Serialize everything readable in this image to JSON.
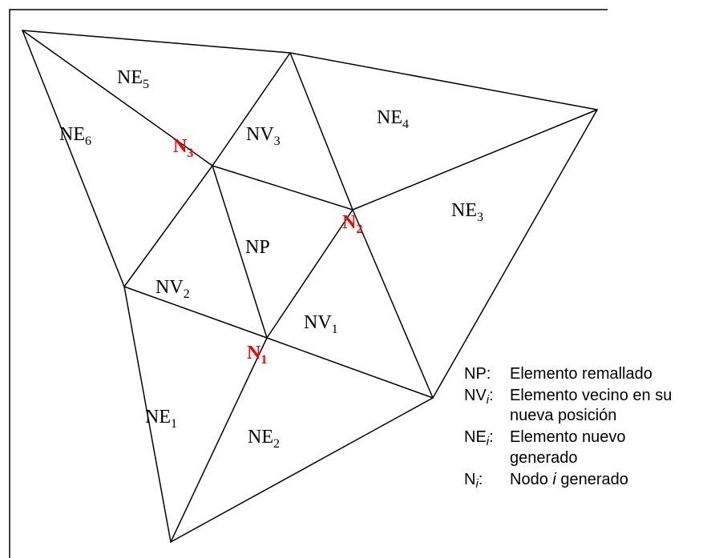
{
  "colors": {
    "node_label": "#ff0000",
    "text": "#000000",
    "lines": "#000000"
  },
  "elements": [
    {
      "name": "NE",
      "sub": "5"
    },
    {
      "name": "NE",
      "sub": "6"
    },
    {
      "name": "NE",
      "sub": "4"
    },
    {
      "name": "NV",
      "sub": "3"
    },
    {
      "name": "NE",
      "sub": "3"
    },
    {
      "name": "NP",
      "sub": ""
    },
    {
      "name": "NV",
      "sub": "2"
    },
    {
      "name": "NV",
      "sub": "1"
    },
    {
      "name": "NE",
      "sub": "1"
    },
    {
      "name": "NE",
      "sub": "2"
    }
  ],
  "nodes": [
    {
      "name": "N",
      "sub": "3"
    },
    {
      "name": "N",
      "sub": "2"
    },
    {
      "name": "N",
      "sub": "1"
    }
  ],
  "legend": [
    {
      "key": "NP",
      "key_sub": "",
      "sep": ":",
      "lines": [
        "Elemento remallado"
      ]
    },
    {
      "key": "NV",
      "key_sub": "i",
      "sep": ":",
      "lines": [
        "Elemento vecino en su",
        "nueva posición"
      ]
    },
    {
      "key": "NE",
      "key_sub": "i",
      "sep": ":",
      "lines": [
        "Elemento nuevo",
        "generado"
      ]
    },
    {
      "key": "N",
      "key_sub": "i",
      "sep": ":",
      "lines": [
        "Nodo ",
        "i",
        " generado"
      ]
    }
  ]
}
